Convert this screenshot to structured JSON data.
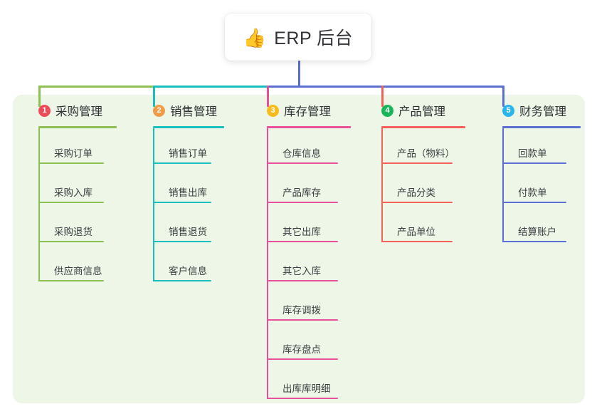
{
  "root": {
    "icon": "thumbs-up-icon",
    "emoji": "👍",
    "title": "ERP 后台"
  },
  "colors": {
    "panel_background": "#eef7e7",
    "card_background": "#ffffff",
    "text": "#2f3136",
    "green": "#7fbe43",
    "teal": "#0fbdbd",
    "pink": "#e8509a",
    "red": "#f4615a",
    "blue": "#5b6fd0",
    "branch_green": "#8cc152",
    "branch_teal": "#19bfbf",
    "badge_1": "#ef4c59",
    "badge_2": "#f09b49",
    "badge_3": "#f6bb1c",
    "badge_4": "#19b55b",
    "badge_5": "#29b6ec"
  },
  "columns": [
    {
      "number": "1",
      "title": "采购管理",
      "badge_color": "#ef4c59",
      "line_color": "#8cc152",
      "items": [
        "采购订单",
        "采购入库",
        "采购退货",
        "供应商信息"
      ]
    },
    {
      "number": "2",
      "title": "销售管理",
      "badge_color": "#f09b49",
      "line_color": "#19bfbf",
      "items": [
        "销售订单",
        "销售出库",
        "销售退货",
        "客户信息"
      ]
    },
    {
      "number": "3",
      "title": "库存管理",
      "badge_color": "#f6bb1c",
      "line_color": "#e8509a",
      "items": [
        "仓库信息",
        "产品库存",
        "其它出库",
        "其它入库",
        "库存调拨",
        "库存盘点",
        "出库库明细"
      ]
    },
    {
      "number": "4",
      "title": "产品管理",
      "badge_color": "#19b55b",
      "line_color": "#f4615a",
      "items": [
        "产品（物料）",
        "产品分类",
        "产品单位"
      ]
    },
    {
      "number": "5",
      "title": "财务管理",
      "badge_color": "#29b6ec",
      "line_color": "#5b6fd0",
      "items": [
        "回款单",
        "付款单",
        "结算账户"
      ]
    }
  ]
}
